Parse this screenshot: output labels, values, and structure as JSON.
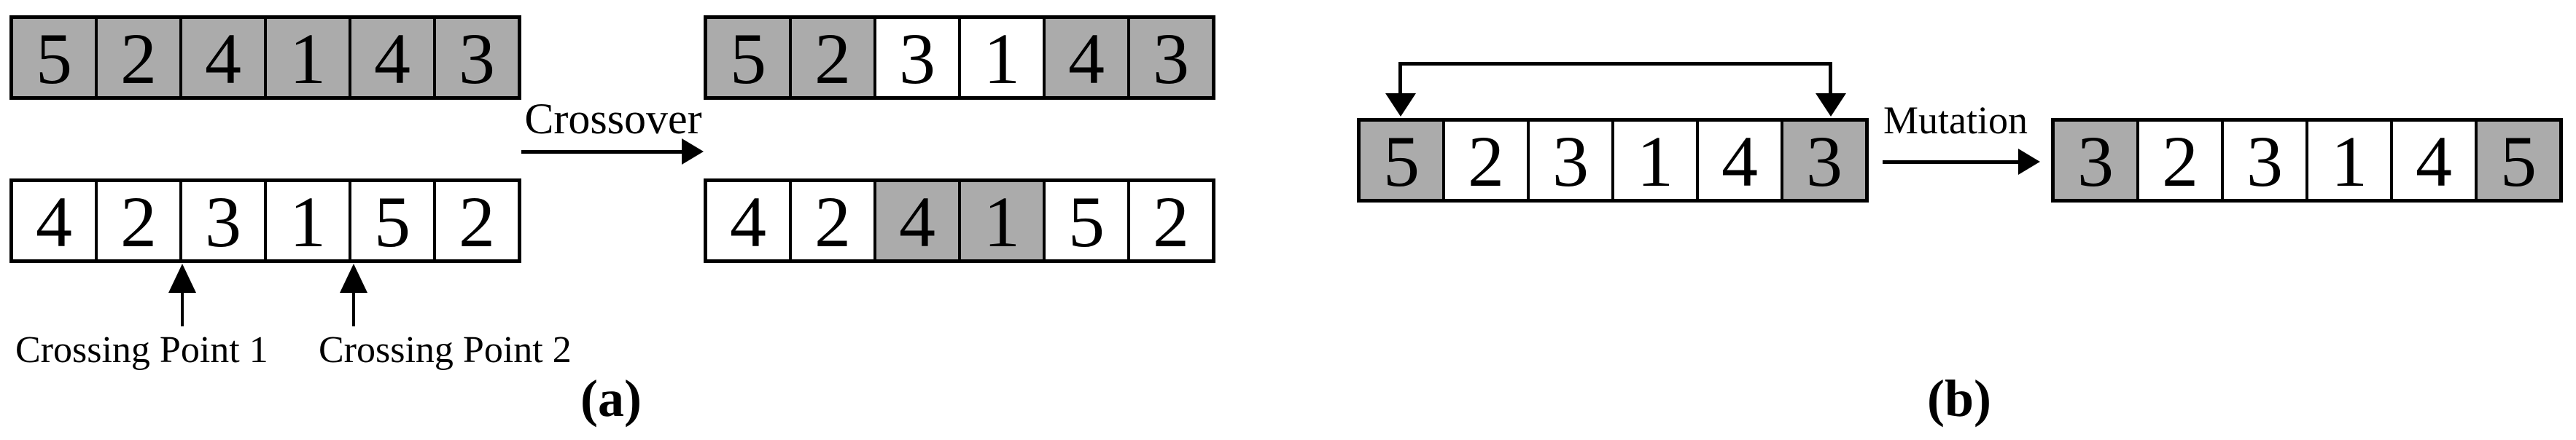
{
  "panel_a": {
    "label": "(a)",
    "crossover_label": "Crossover",
    "crossing_point_1_label": "Crossing Point 1",
    "crossing_point_2_label": "Crossing Point 2",
    "parent1_cells": [
      {
        "value": "5",
        "shaded": true
      },
      {
        "value": "2",
        "shaded": true
      },
      {
        "value": "4",
        "shaded": true
      },
      {
        "value": "1",
        "shaded": true
      },
      {
        "value": "4",
        "shaded": true
      },
      {
        "value": "3",
        "shaded": true
      }
    ],
    "parent2_cells": [
      {
        "value": "4",
        "shaded": false
      },
      {
        "value": "2",
        "shaded": false
      },
      {
        "value": "3",
        "shaded": false
      },
      {
        "value": "1",
        "shaded": false
      },
      {
        "value": "5",
        "shaded": false
      },
      {
        "value": "2",
        "shaded": false
      }
    ],
    "offspring1_cells": [
      {
        "value": "5",
        "shaded": true
      },
      {
        "value": "2",
        "shaded": true
      },
      {
        "value": "3",
        "shaded": false
      },
      {
        "value": "1",
        "shaded": false
      },
      {
        "value": "4",
        "shaded": true
      },
      {
        "value": "3",
        "shaded": true
      }
    ],
    "offspring2_cells": [
      {
        "value": "4",
        "shaded": false
      },
      {
        "value": "2",
        "shaded": false
      },
      {
        "value": "4",
        "shaded": true
      },
      {
        "value": "1",
        "shaded": true
      },
      {
        "value": "5",
        "shaded": false
      },
      {
        "value": "2",
        "shaded": false
      }
    ]
  },
  "panel_b": {
    "label": "(b)",
    "mutation_label": "Mutation",
    "before_cells": [
      {
        "value": "5",
        "shaded": true
      },
      {
        "value": "2",
        "shaded": false
      },
      {
        "value": "3",
        "shaded": false
      },
      {
        "value": "1",
        "shaded": false
      },
      {
        "value": "4",
        "shaded": false
      },
      {
        "value": "3",
        "shaded": true
      }
    ],
    "after_cells": [
      {
        "value": "3",
        "shaded": true
      },
      {
        "value": "2",
        "shaded": false
      },
      {
        "value": "3",
        "shaded": false
      },
      {
        "value": "1",
        "shaded": false
      },
      {
        "value": "4",
        "shaded": false
      },
      {
        "value": "5",
        "shaded": true
      }
    ]
  },
  "colors": {
    "shaded_cell": "#ABABAB",
    "unshaded_cell": "#FFFFFF",
    "line": "#000000"
  }
}
